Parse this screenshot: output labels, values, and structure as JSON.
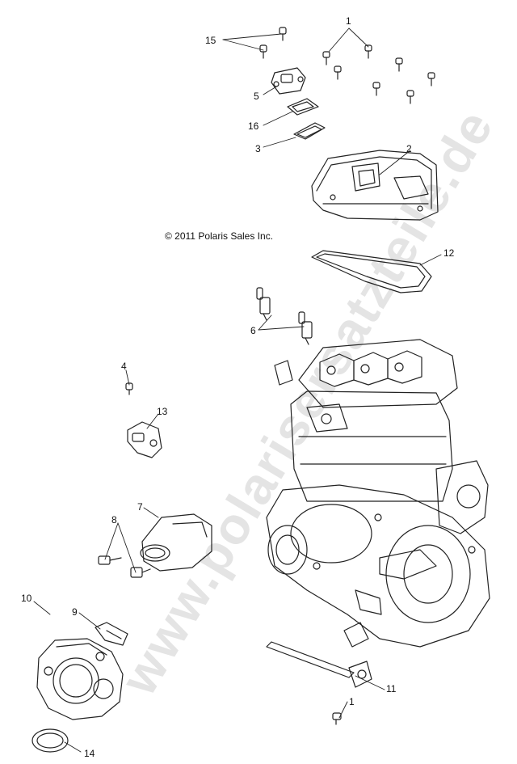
{
  "copyright": "© 2011 Polaris Sales Inc.",
  "watermark": "www.polarisersatzteile.de",
  "callouts": {
    "c1_top": "1",
    "c15": "15",
    "c5": "5",
    "c16": "16",
    "c3": "3",
    "c2": "2",
    "c12": "12",
    "c6": "6",
    "c4": "4",
    "c13": "13",
    "c7": "7",
    "c8": "8",
    "c9": "9",
    "c10": "10",
    "c11": "11",
    "c1_bottom": "1",
    "c14": "14"
  }
}
